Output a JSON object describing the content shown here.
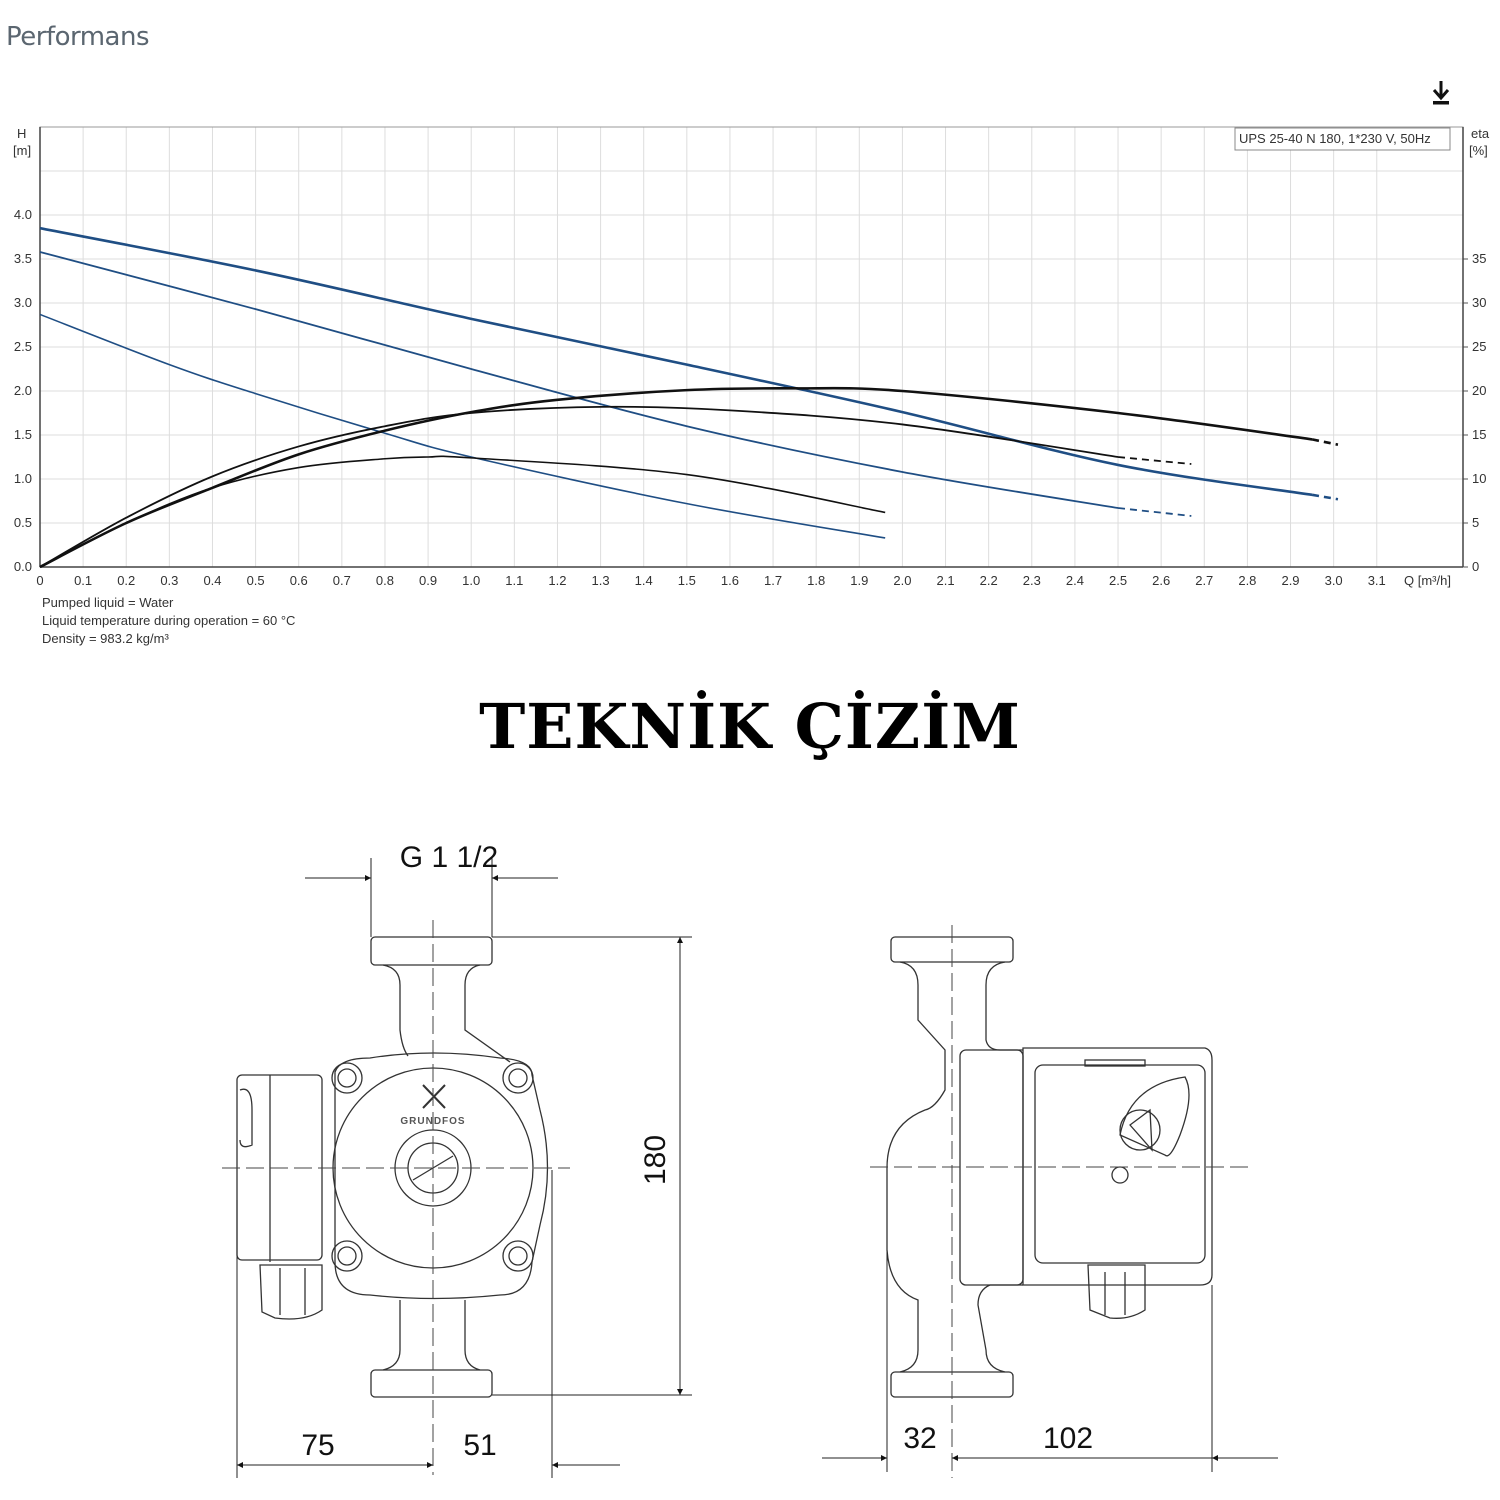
{
  "header": {
    "title": "Performans",
    "download_icon": "download-icon"
  },
  "chart_data": {
    "type": "line",
    "legend": "UPS 25-40 N 180, 1*230 V, 50Hz",
    "legend_placement": "top-right",
    "xlabel": "Q [m³/h]",
    "ylabel_left_line1": "H",
    "ylabel_left_line2": "[m]",
    "ylabel_right_line1": "eta",
    "ylabel_right_line2": "[%]",
    "xlim": [
      0,
      3.3
    ],
    "ylim_left": [
      0,
      5.0
    ],
    "ylim_right": [
      0,
      50
    ],
    "grid": true,
    "x_ticks": [
      "0",
      "0.1",
      "0.2",
      "0.3",
      "0.4",
      "0.5",
      "0.6",
      "0.7",
      "0.8",
      "0.9",
      "1.0",
      "1.1",
      "1.2",
      "1.3",
      "1.4",
      "1.5",
      "1.6",
      "1.7",
      "1.8",
      "1.9",
      "2.0",
      "2.1",
      "2.2",
      "2.3",
      "2.4",
      "2.5",
      "2.6",
      "2.7",
      "2.8",
      "2.9",
      "3.0",
      "3.1"
    ],
    "y_ticks_left": [
      "0.0",
      "0.5",
      "1.0",
      "1.5",
      "2.0",
      "2.5",
      "3.0",
      "3.5",
      "4.0"
    ],
    "y_ticks_right": [
      "0",
      "5",
      "10",
      "15",
      "20",
      "25",
      "30",
      "35"
    ],
    "colors": {
      "head": "#1f4e84",
      "efficiency": "#111111",
      "grid": "#dddddd"
    },
    "series": [
      {
        "axis": "H",
        "speed": 3,
        "points": [
          [
            0,
            3.85
          ],
          [
            0.5,
            3.37
          ],
          [
            1.0,
            2.82
          ],
          [
            1.5,
            2.3
          ],
          [
            2.0,
            1.76
          ],
          [
            2.5,
            1.16
          ],
          [
            2.95,
            0.82
          ]
        ],
        "dashed_end": [
          3.01,
          0.77
        ]
      },
      {
        "axis": "H",
        "speed": 2,
        "points": [
          [
            0,
            3.58
          ],
          [
            0.5,
            2.93
          ],
          [
            1.0,
            2.25
          ],
          [
            1.5,
            1.6
          ],
          [
            2.0,
            1.08
          ],
          [
            2.5,
            0.67
          ]
        ],
        "dashed_end": [
          2.67,
          0.58
        ]
      },
      {
        "axis": "H",
        "speed": 1,
        "points": [
          [
            0,
            2.87
          ],
          [
            0.3,
            2.3
          ],
          [
            0.5,
            1.97
          ],
          [
            0.8,
            1.52
          ],
          [
            1.0,
            1.25
          ],
          [
            1.5,
            0.72
          ],
          [
            1.96,
            0.33
          ]
        ]
      },
      {
        "axis": "eta",
        "speed": 3,
        "points": [
          [
            0,
            0
          ],
          [
            0.2,
            5.0
          ],
          [
            0.4,
            9.0
          ],
          [
            0.6,
            12.8
          ],
          [
            0.8,
            15.5
          ],
          [
            1.0,
            17.6
          ],
          [
            1.2,
            19.0
          ],
          [
            1.5,
            20.1
          ],
          [
            1.75,
            20.3
          ],
          [
            2.0,
            20.0
          ],
          [
            2.5,
            17.5
          ],
          [
            2.95,
            14.5
          ]
        ],
        "dashed_end": [
          3.01,
          13.9
        ]
      },
      {
        "axis": "eta",
        "speed": 2,
        "points": [
          [
            0,
            0
          ],
          [
            0.2,
            5.6
          ],
          [
            0.4,
            10.3
          ],
          [
            0.6,
            13.7
          ],
          [
            0.8,
            16.0
          ],
          [
            1.0,
            17.5
          ],
          [
            1.3,
            18.2
          ],
          [
            1.6,
            17.8
          ],
          [
            2.0,
            16.2
          ],
          [
            2.5,
            12.5
          ]
        ],
        "dashed_end": [
          2.67,
          11.7
        ]
      },
      {
        "axis": "eta",
        "speed": 1,
        "points": [
          [
            0,
            0
          ],
          [
            0.2,
            5.0
          ],
          [
            0.4,
            9.0
          ],
          [
            0.6,
            11.3
          ],
          [
            0.8,
            12.3
          ],
          [
            0.9,
            12.5
          ],
          [
            1.0,
            12.4
          ],
          [
            1.5,
            10.5
          ],
          [
            1.96,
            6.2
          ]
        ]
      }
    ]
  },
  "notes": [
    "Pumped liquid = Water",
    "Liquid temperature during operation = 60 °C",
    "Density = 983.2 kg/m³"
  ],
  "drawing": {
    "title": "TEKNİK ÇİZİM",
    "logo_text": "GRUNDFOS",
    "dim_connection": "G 1 1/2",
    "dim_height": "180",
    "dim_left": "75",
    "dim_right": "51",
    "dim_side_left": "32",
    "dim_side_right": "102"
  }
}
